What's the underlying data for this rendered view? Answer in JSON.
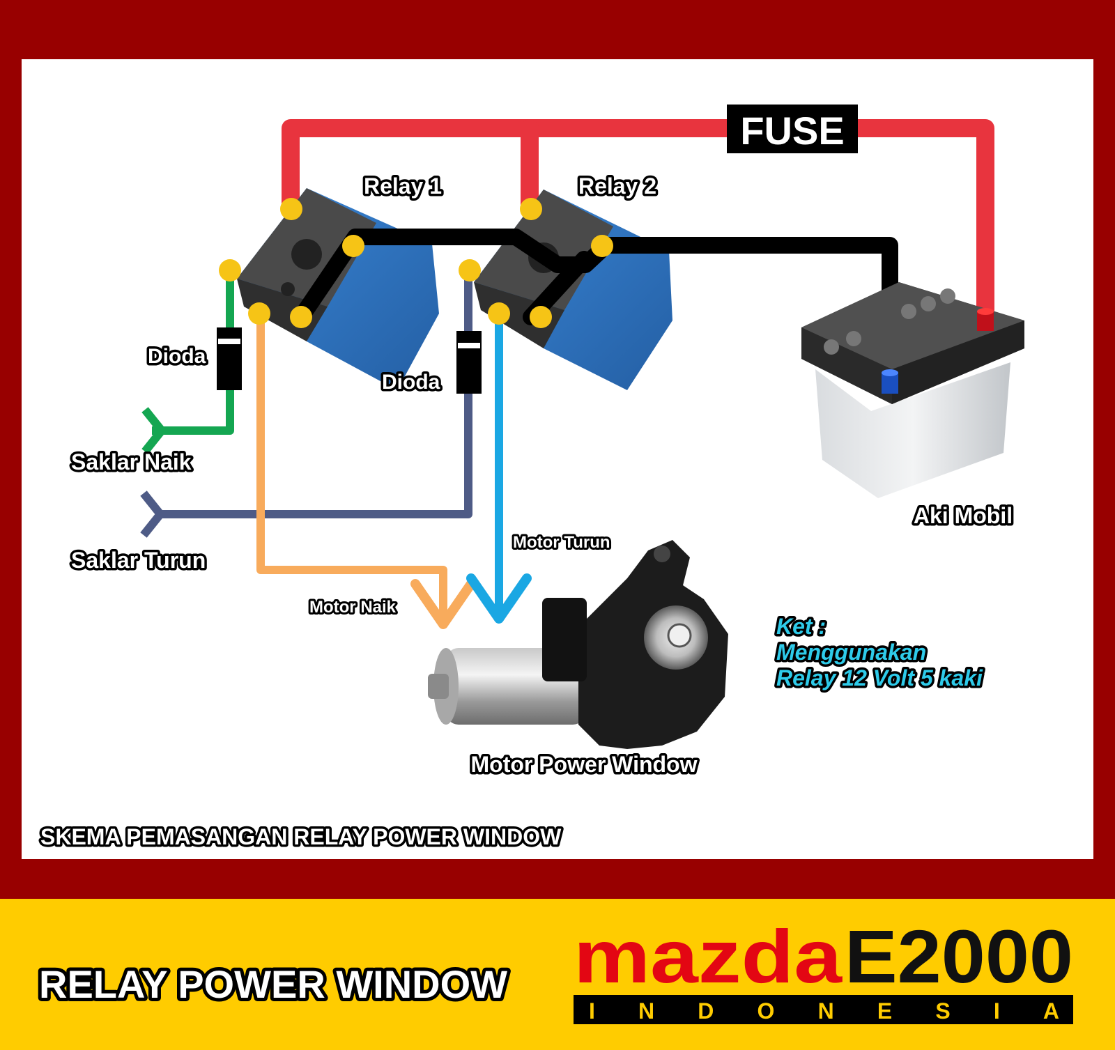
{
  "diagram": {
    "fuse_label": "FUSE",
    "relay1_label": "Relay 1",
    "relay2_label": "Relay 2",
    "diode1_label": "Dioda",
    "diode2_label": "Dioda",
    "switch_up_label": "Saklar Naik",
    "switch_down_label": "Saklar Turun",
    "motor_up_label": "Motor Naik",
    "motor_down_label": "Motor Turun",
    "battery_label": "Aki Mobil",
    "motor_label": "Motor Power Window",
    "note": {
      "line1": "Ket :",
      "line2": "Menggunakan",
      "line3": "Relay 12 Volt 5 kaki"
    },
    "caption": "SKEMA PEMASANGAN RELAY POWER WINDOW"
  },
  "footer": {
    "title": "RELAY POWER WINDOW",
    "logo_brand": "mazda",
    "logo_model": "E2000",
    "logo_country": "INDONESIA"
  },
  "colors": {
    "frame": "#980000",
    "footer_bg": "#ffcc00",
    "power_wire": "#e8343e",
    "ground_wire": "#000000",
    "switch_up_wire": "#14a651",
    "switch_down_wire": "#4e5b86",
    "motor_up_wire": "#f8ab5c",
    "motor_down_wire": "#1aa7e3",
    "terminal": "#f6c416",
    "relay_body": "#2f74c3",
    "note_text": "#2ecbea"
  }
}
